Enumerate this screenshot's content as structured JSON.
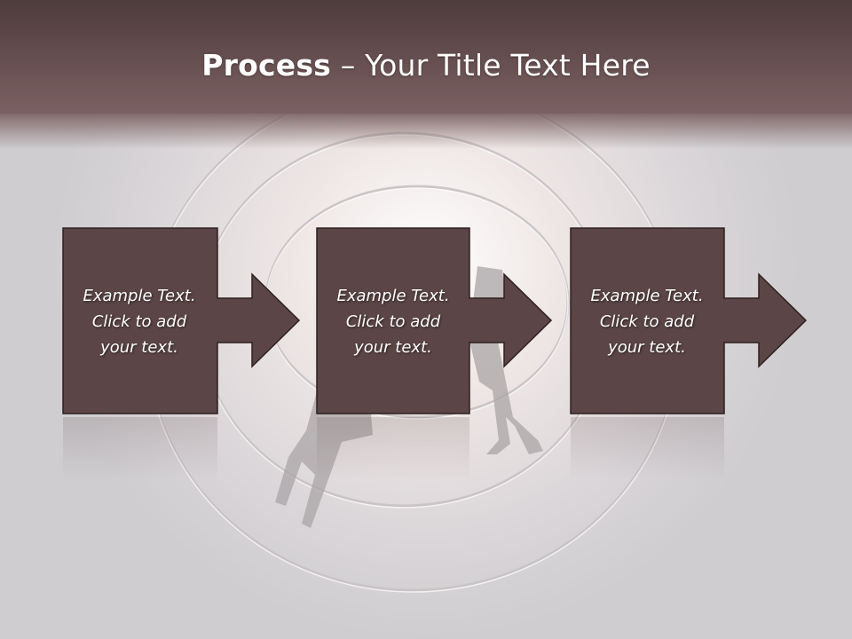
{
  "slide": {
    "title_bold": "Process",
    "title_rest": " – Your Title Text Here"
  },
  "steps": [
    {
      "text": "Example Text. Click  to add your text."
    },
    {
      "text": "Example Text. Click  to add your text."
    },
    {
      "text": "Example Text. Click  to add your text."
    }
  ],
  "colors": {
    "header": "#6e5354",
    "box_fill": "#5b4546",
    "box_stroke": "#2e2020",
    "text": "#ffffff",
    "background": "#d6d4d6"
  }
}
